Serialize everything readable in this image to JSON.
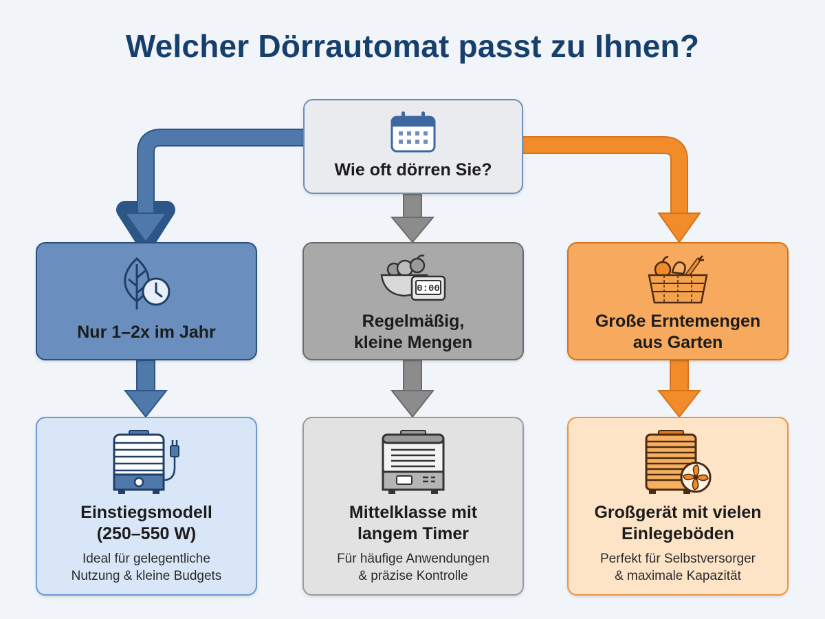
{
  "title": "Welcher Dörrautomat passt zu Ihnen?",
  "question": {
    "label": "Wie oft dörren Sie?",
    "icon": "calendar-icon"
  },
  "choices": [
    {
      "label": "Nur 1–2x im Jahr",
      "icon": "leaf-clock-icon",
      "color": "#6a8fbe"
    },
    {
      "label": "Regelmäßig,\nkleine Mengen",
      "icon": "fruit-bowl-timer-icon",
      "color": "#a9a9a9"
    },
    {
      "label": "Große Erntemengen\naus Garten",
      "icon": "vegetable-basket-icon",
      "color": "#f7a95d"
    }
  ],
  "results": [
    {
      "label": "Einstiegsmodell\n(250–550 W)",
      "desc": "Ideal für gelegentliche\nNutzung & kleine Budgets",
      "icon": "basic-dehydrator-icon",
      "color": "#d8e6f7"
    },
    {
      "label": "Mittelklasse mit\nlangem Timer",
      "desc": "Für häufige Anwendungen\n& präzise Kontrolle",
      "icon": "digital-dehydrator-icon",
      "color": "#e2e2e2"
    },
    {
      "label": "Großgerät mit vielen\nEinlegeböden",
      "desc": "Perfekt für Selbstversorger\n& maximale Kapazität",
      "icon": "large-dehydrator-fan-icon",
      "color": "#fde4c7"
    }
  ],
  "palette": {
    "blue": "#4f79aa",
    "gray": "#8c8c8c",
    "orange": "#f28c2a",
    "title": "#163f6c"
  }
}
